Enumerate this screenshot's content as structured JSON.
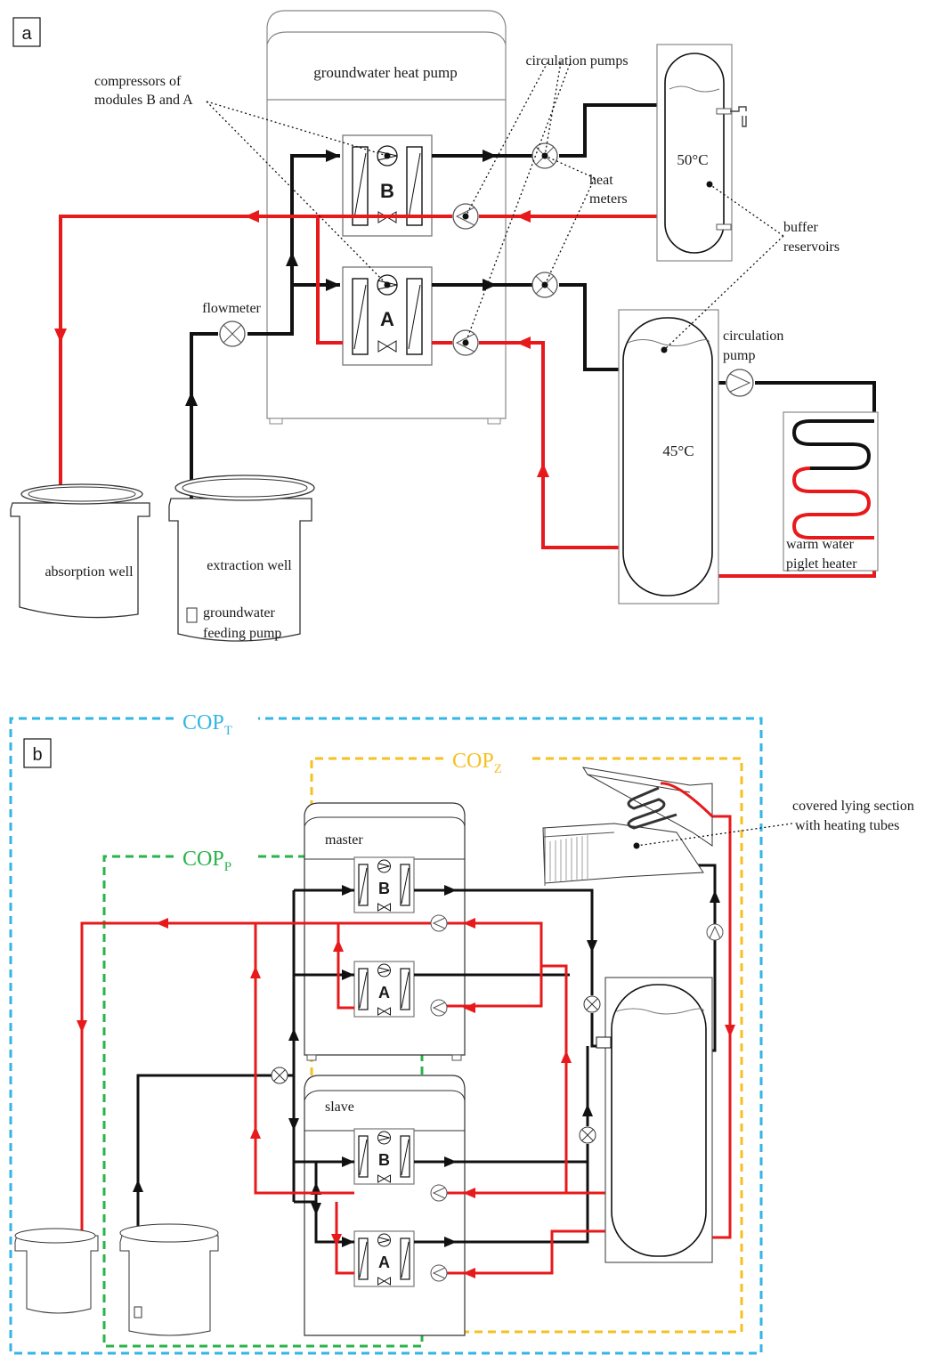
{
  "panel_a": {
    "label": "a",
    "heat_pump_title": "groundwater heat pump",
    "compressors_label_1": "compressors of",
    "compressors_label_2": "modules B and A",
    "circulation_pumps": "circulation pumps",
    "heat_meters_1": "heat",
    "heat_meters_2": "meters",
    "buffer_reservoirs_1": "buffer",
    "buffer_reservoirs_2": "reservoirs",
    "temp_upper": "50°C",
    "temp_lower": "45°C",
    "circulation_pump_1": "circulation",
    "circulation_pump_2": "pump",
    "flowmeter": "flowmeter",
    "module_b": "B",
    "module_a": "A",
    "absorption_well": "absorption well",
    "extraction_well": "extraction well",
    "feeding_pump_1": "groundwater",
    "feeding_pump_2": "feeding pump",
    "piglet_heater_1": "warm water",
    "piglet_heater_2": "piglet heater"
  },
  "panel_b": {
    "label": "b",
    "cop_t": "COP",
    "cop_t_sub": "T",
    "cop_z": "COP",
    "cop_z_sub": "Z",
    "cop_p": "COP",
    "cop_p_sub": "P",
    "master": "master",
    "slave": "slave",
    "covered_1": "covered lying section",
    "covered_2": "with heating tubes",
    "module_b": "B",
    "module_a": "A"
  },
  "colors": {
    "hot_line": "#e8191b",
    "cold_line": "#111111",
    "cop_t": "#33b5e5",
    "cop_z": "#f5c022",
    "cop_p": "#29b34a",
    "outline": "#777777"
  }
}
